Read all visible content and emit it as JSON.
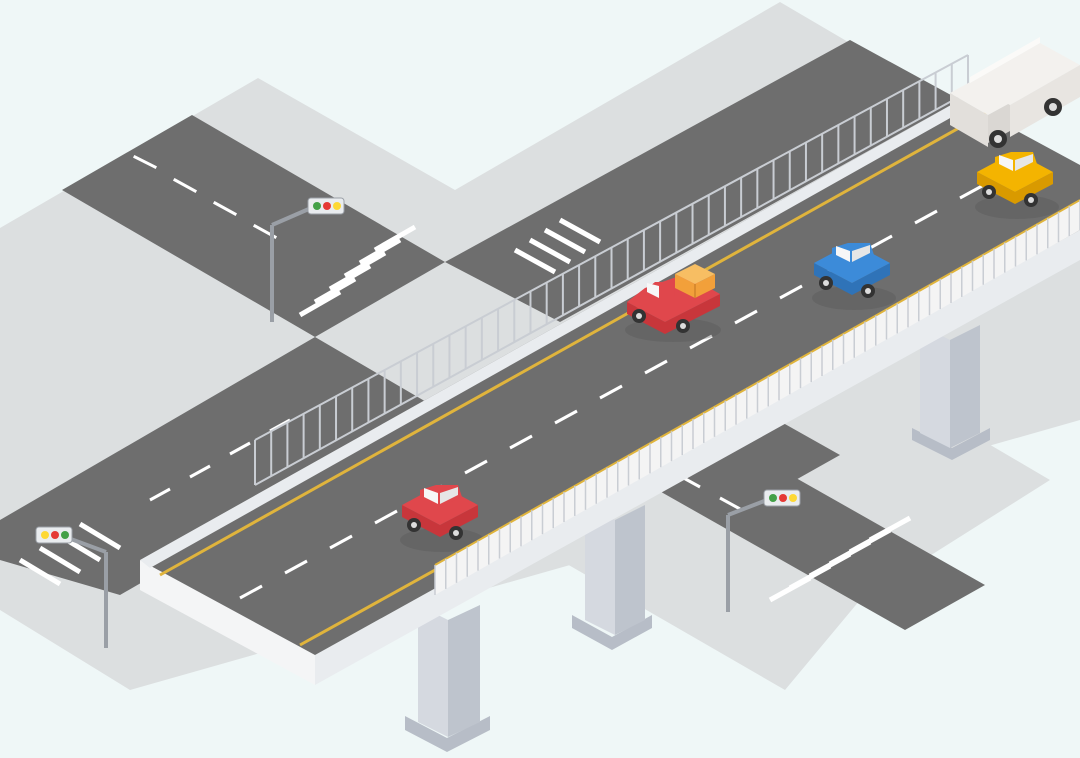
{
  "colors": {
    "background": "#EFF7F7",
    "sidewalk": "#DCDFE0",
    "road": "#6E6E6E",
    "road_dark": "#5E5E5E",
    "lane_marking": "#FFFFFF",
    "center_line": "#E0B43C",
    "bridge_side": "#E9ECEF",
    "pillar_face": "#D5D9E0",
    "pillar_shadow": "#B7BDC7",
    "railing": "#C9CDD3",
    "barrier_panel": "#F4F4F4",
    "signal_pole": "#9A9FA6",
    "signal_red": "#E53935",
    "signal_yellow": "#FDD835",
    "signal_green": "#43A047"
  },
  "scene": {
    "elements": [
      {
        "name": "crossroad-left",
        "icon": "road-intersection-icon"
      },
      {
        "name": "crossroad-right",
        "icon": "road-intersection-icon"
      },
      {
        "name": "overpass-highway",
        "icon": "bridge-icon"
      },
      {
        "name": "traffic-light-upper-left",
        "icon": "traffic-light-icon"
      },
      {
        "name": "traffic-light-lower-left",
        "icon": "traffic-light-icon"
      },
      {
        "name": "traffic-light-lower-right",
        "icon": "traffic-light-icon"
      }
    ],
    "vehicles": [
      {
        "name": "red-car",
        "icon": "car-icon",
        "color": "#E0474C"
      },
      {
        "name": "red-pickup-with-boxes",
        "icon": "pickup-truck-icon",
        "color": "#E0474C",
        "cargo_color": "#F2A03A"
      },
      {
        "name": "blue-car",
        "icon": "car-icon",
        "color": "#3C8BD9"
      },
      {
        "name": "yellow-car",
        "icon": "car-icon",
        "color": "#F4B400"
      },
      {
        "name": "white-box-truck",
        "icon": "truck-icon",
        "color": "#F3F1EE"
      }
    ]
  }
}
